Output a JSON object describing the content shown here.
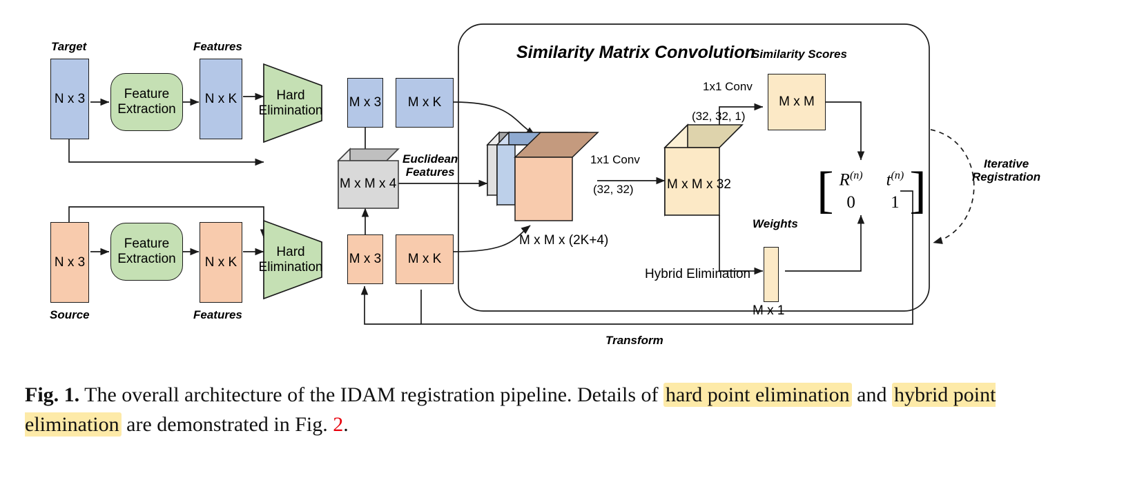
{
  "figure": {
    "container_title": "Similarity Matrix Convolution",
    "branches": {
      "target": {
        "input_label": "Target",
        "input_box": "N x 3",
        "process": "Feature\nExtraction",
        "features_label": "Features",
        "features_box": "N x K",
        "elimination": "Hard\nElimination",
        "out_coords": "M x 3",
        "out_features": "M x K"
      },
      "source": {
        "input_label": "Source",
        "input_box": "N x 3",
        "process": "Feature\nExtraction",
        "features_label": "Features",
        "features_box": "N x K",
        "elimination": "Hard\nElimination",
        "out_coords": "M x 3",
        "out_features": "M x K"
      }
    },
    "euclidean": {
      "cube_label": "M x M x 4",
      "edge_label": "Euclidean\nFeatures"
    },
    "concat_block": {
      "label": "M x M x (2K+4)"
    },
    "conv1": {
      "name": "1x1 Conv",
      "params": "(32, 32)",
      "output_label": "M x M x 32"
    },
    "conv2": {
      "name": "1x1 Conv",
      "params": "(32, 32, 1)",
      "scores_title": "Similarity Scores",
      "scores_box": "M x M"
    },
    "hybrid": {
      "name": "Hybrid Elimination",
      "weights_title": "Weights",
      "weights_box": "M x 1"
    },
    "transform": {
      "matrix": {
        "r": "R",
        "r_sup": "(n)",
        "t": "t",
        "t_sup": "(n)",
        "zero": "0",
        "one": "1"
      },
      "edge_label": "Transform",
      "loop_label": "Iterative\nRegistration"
    },
    "colors": {
      "blue": "#b4c7e7",
      "orange": "#f8cbad",
      "green": "#c5e0b4",
      "yellow": "#fce9c6",
      "gray": "#d9d9d9",
      "stroke": "#1a1a1a"
    }
  },
  "caption": {
    "fig_label": "Fig. 1.",
    "part1": " The overall architecture of the IDAM registration pipeline. Details of ",
    "hl1": "hard point elimination",
    "part2": " and ",
    "hl2": "hybrid point elimination",
    "part3": " are demonstrated in Fig. ",
    "ref": "2",
    "period": "."
  }
}
